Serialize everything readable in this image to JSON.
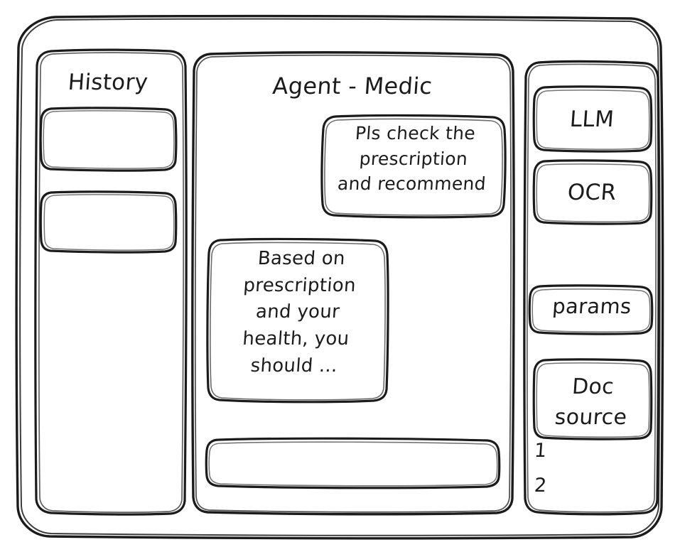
{
  "app": {
    "style": "hand-drawn-wireframe",
    "stroke_color": "#1b1b1b",
    "background_color": "#ffffff"
  },
  "sidebar_left": {
    "title": "History",
    "items": [
      {
        "label": ""
      },
      {
        "label": ""
      }
    ]
  },
  "main": {
    "title": "Agent - Medic",
    "messages": [
      {
        "role": "user",
        "align": "right",
        "text": "Pls check the\nprescription\nand recommend"
      },
      {
        "role": "agent",
        "align": "left",
        "text": "Based on\nprescription\nand your\nhealth, you\nshould ..."
      }
    ],
    "composer": {
      "value": "",
      "placeholder": ""
    }
  },
  "sidebar_right": {
    "tools": [
      {
        "label": "LLM"
      },
      {
        "label": "OCR"
      }
    ],
    "settings": [
      {
        "label": "params"
      }
    ],
    "doc_source": {
      "label": "Doc\nsource",
      "items": [
        {
          "label": "1"
        },
        {
          "label": "2"
        }
      ]
    }
  }
}
